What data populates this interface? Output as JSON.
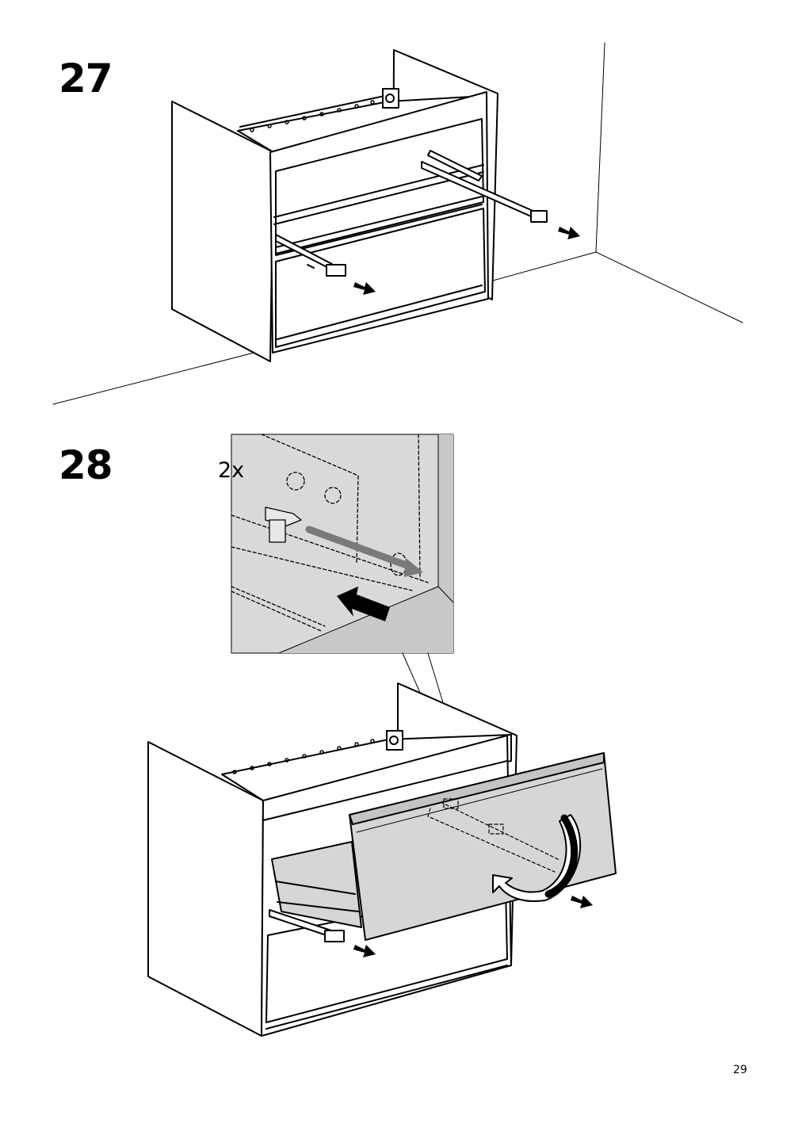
{
  "steps": [
    {
      "number": "27"
    },
    {
      "number": "28",
      "quantity_label": "2x"
    }
  ],
  "page_number": "29",
  "colors": {
    "line": "#000000",
    "panel_grey": "#d6d6d6",
    "detail_bg": "#d9d9d9",
    "arrow": "#000000"
  }
}
